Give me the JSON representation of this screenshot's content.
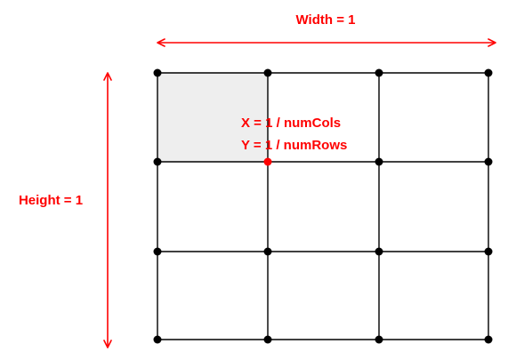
{
  "colors": {
    "accent": "#ff0000",
    "grid_line": "#000000",
    "cell_fill": "#eeeeee",
    "node": "#000000",
    "highlight_node": "#ff0000"
  },
  "grid": {
    "num_cols": 3,
    "num_rows": 3,
    "highlighted_cell": {
      "col": 0,
      "row": 0
    },
    "highlighted_node": {
      "col": 1,
      "row": 1
    }
  },
  "labels": {
    "width": "Width = 1",
    "height": "Height = 1",
    "x_formula": "X = 1 / numCols",
    "y_formula": "Y = 1 / numRows"
  }
}
